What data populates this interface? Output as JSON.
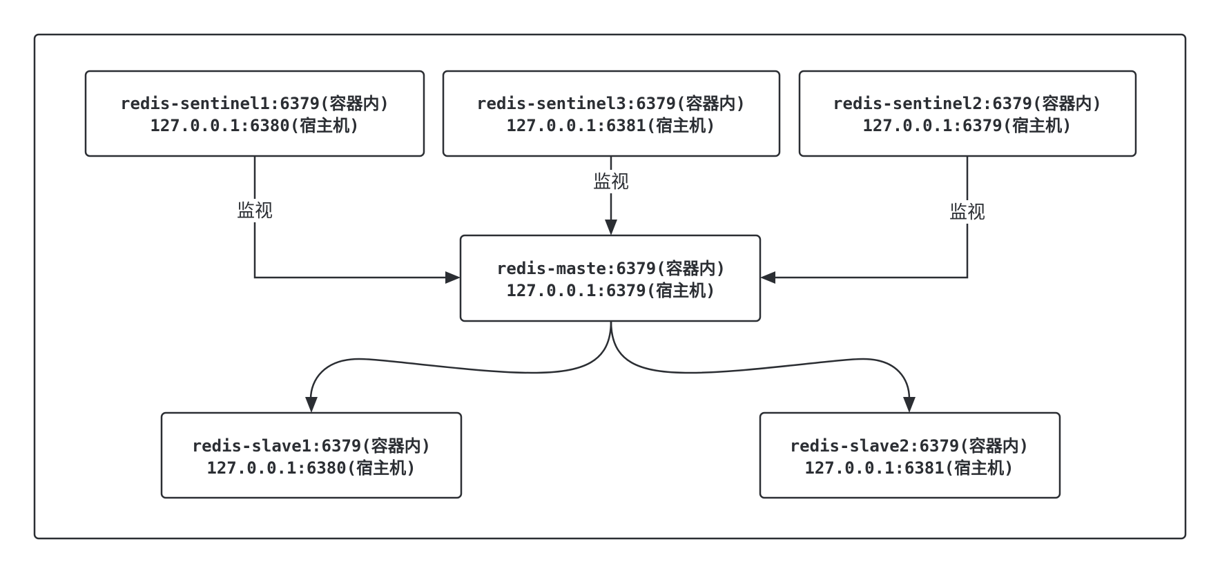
{
  "nodes": {
    "sentinel1": {
      "line1": "redis-sentinel1:6379(容器内)",
      "line2": "127.0.0.1:6380(宿主机)"
    },
    "sentinel3": {
      "line1": "redis-sentinel3:6379(容器内)",
      "line2": "127.0.0.1:6381(宿主机)"
    },
    "sentinel2": {
      "line1": "redis-sentinel2:6379(容器内)",
      "line2": "127.0.0.1:6379(宿主机)"
    },
    "master": {
      "line1": "redis-maste:6379(容器内)",
      "line2": "127.0.0.1:6379(宿主机)"
    },
    "slave1": {
      "line1": "redis-slave1:6379(容器内)",
      "line2": "127.0.0.1:6380(宿主机)"
    },
    "slave2": {
      "line1": "redis-slave2:6379(容器内)",
      "line2": "127.0.0.1:6381(宿主机)"
    }
  },
  "edges": {
    "sentinel1_to_master": {
      "label": "监视"
    },
    "sentinel3_to_master": {
      "label": "监视"
    },
    "sentinel2_to_master": {
      "label": "监视"
    }
  },
  "colors": {
    "stroke": "#2b2e33",
    "background": "#ffffff"
  }
}
